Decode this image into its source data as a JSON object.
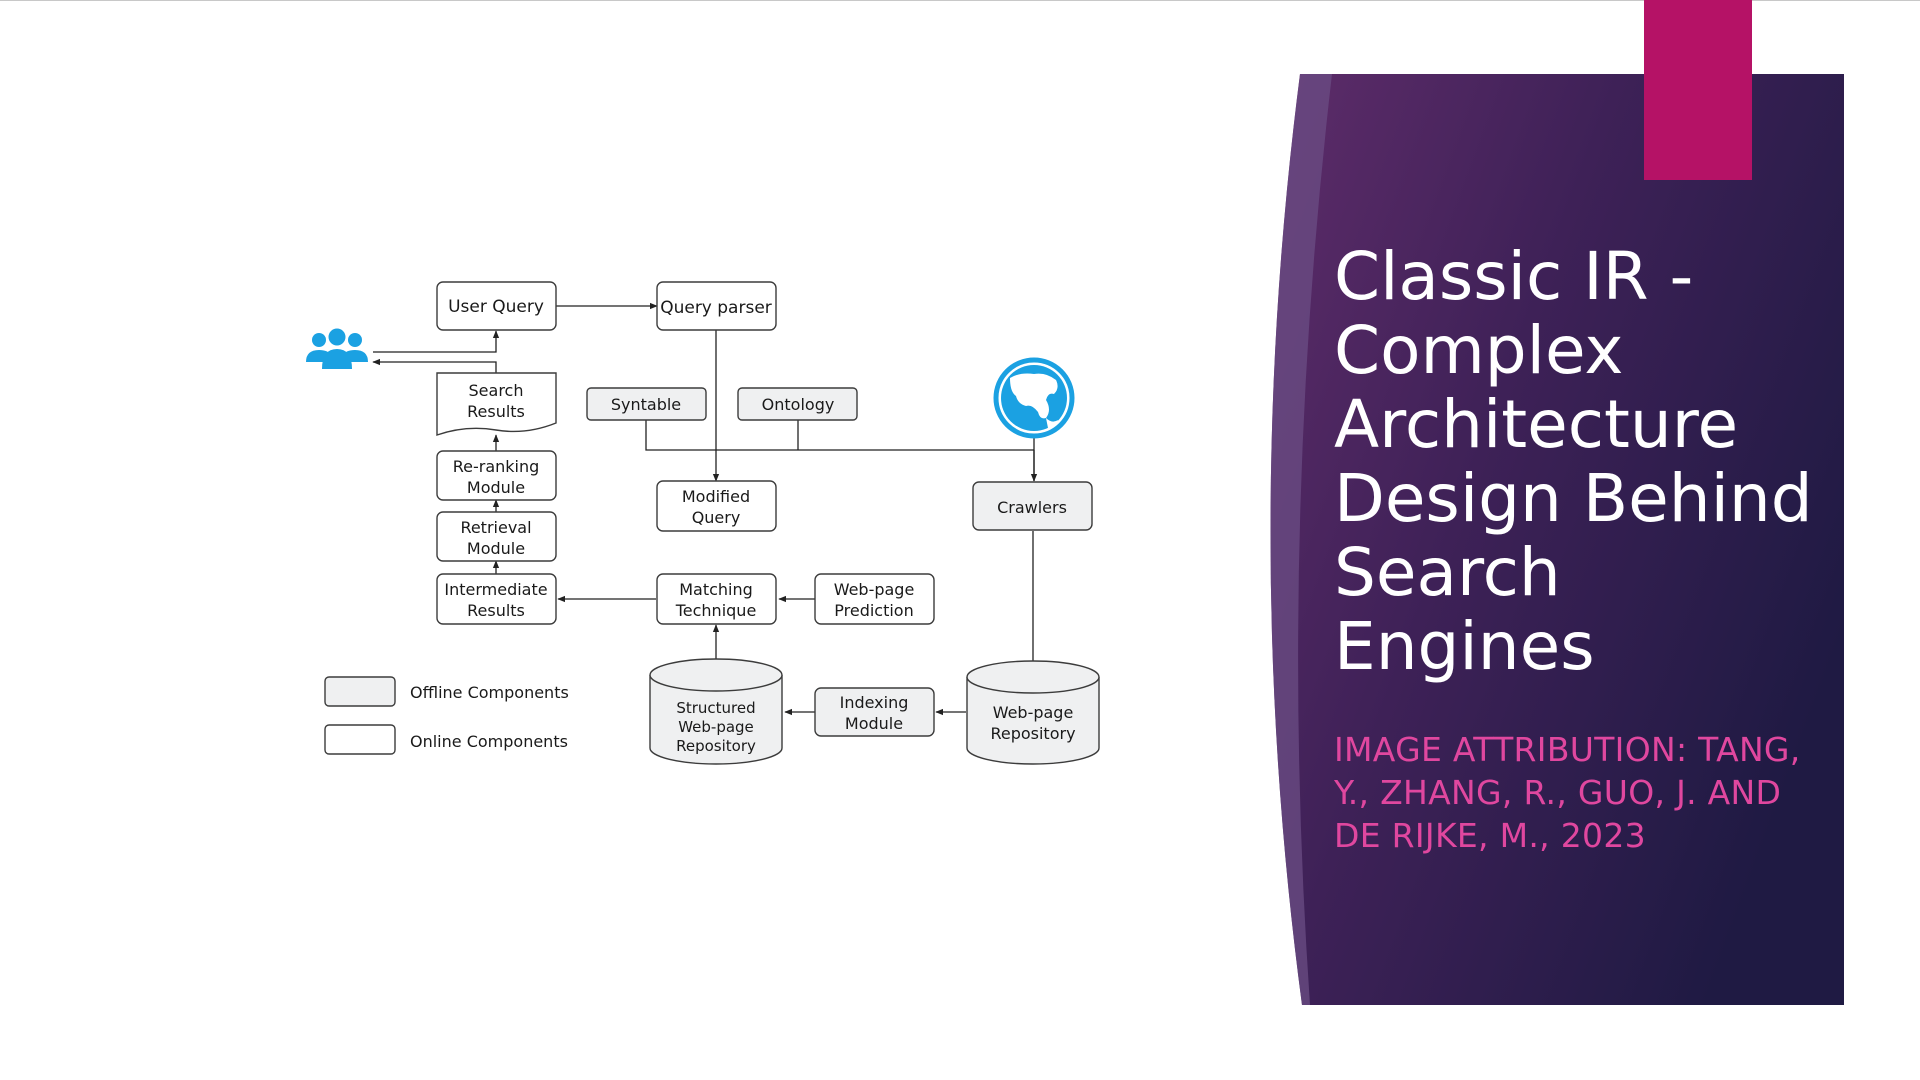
{
  "slide": {
    "title": "Classic IR - Complex Architecture Design Behind Search Engines",
    "attribution": "IMAGE ATTRIBUTION: TANG, Y., ZHANG, R., GUO, J. AND DE RIJKE, M., 2023",
    "colors": {
      "panel_dark": "#2a1d4a",
      "panel_mid": "#4a2458",
      "accent_magenta": "#b51266",
      "attribution_pink": "#e0479f",
      "globe_blue": "#1ba1e2",
      "users_blue": "#1ba1e2"
    }
  },
  "diagram": {
    "icons": {
      "users": "users-group-icon",
      "globe": "globe-icon"
    },
    "nodes": {
      "user_query": "User Query",
      "query_parser": "Query parser",
      "search_results": [
        "Search",
        "Results"
      ],
      "syntable": "Syntable",
      "ontology": "Ontology",
      "reranking": [
        "Re-ranking",
        "Module"
      ],
      "modified_query": [
        "Modified",
        "Query"
      ],
      "crawlers": "Crawlers",
      "retrieval": [
        "Retrieval",
        "Module"
      ],
      "intermediate": [
        "Intermediate",
        "Results"
      ],
      "matching": [
        "Matching",
        "Technique"
      ],
      "webpage_prediction": [
        "Web-page",
        "Prediction"
      ],
      "structured_repo": [
        "Structured",
        "Web-page",
        "Repository"
      ],
      "indexing": [
        "Indexing",
        "Module"
      ],
      "webpage_repo": [
        "Web-page",
        "Repository"
      ]
    },
    "legend": {
      "offline": "Offline Components",
      "online": "Online Components"
    }
  }
}
